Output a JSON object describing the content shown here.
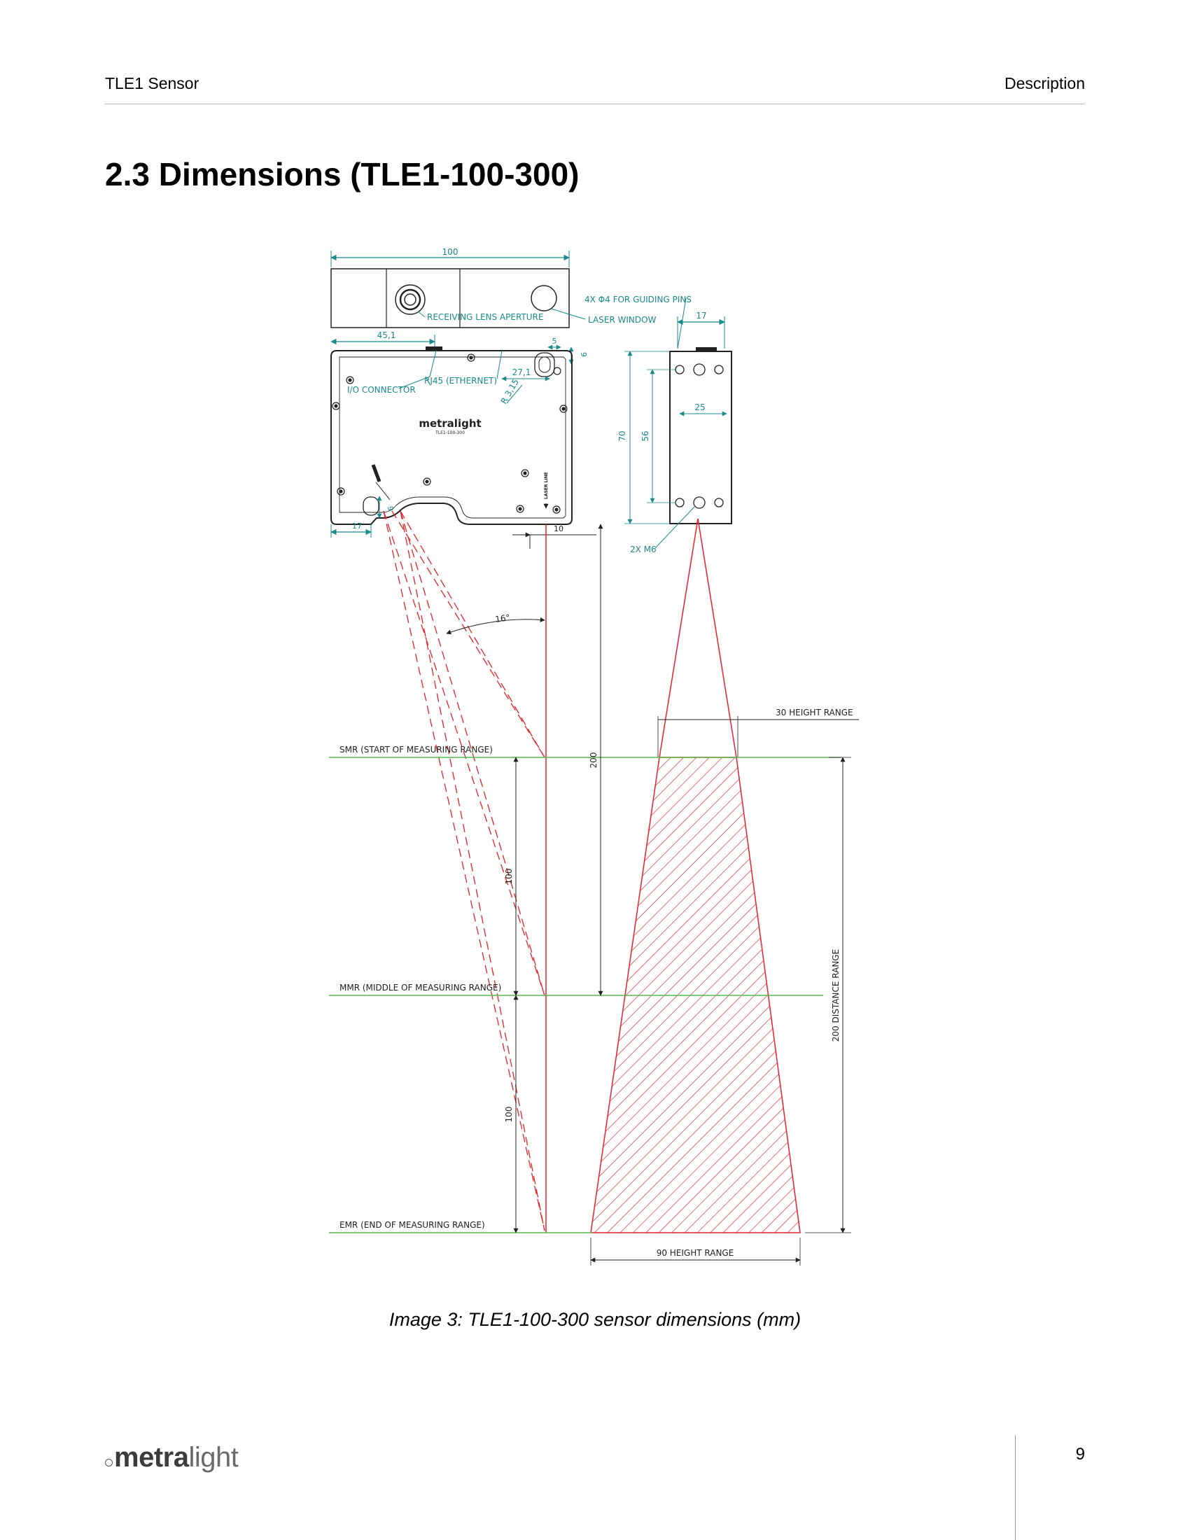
{
  "header": {
    "left": "TLE1 Sensor",
    "right": "Description"
  },
  "title": "2.3 Dimensions (TLE1-100-300)",
  "figure": {
    "labels": {
      "dim_100_top": "100",
      "receiving_lens": "RECEIVING LENS APERTURE",
      "guiding_pins": "4X Φ4 FOR GUIDING PINS",
      "laser_window": "LASER WINDOW",
      "dim_17_side": "17",
      "dim_45_1": "45,1",
      "dim_5": "5",
      "dim_6_top": "6",
      "rj45": "RJ45 (ETHERNET)",
      "dim_27_1": "27,1",
      "radius": "R 3,15",
      "io_connector": "I/O CONNECTOR",
      "logo_text": "metralight",
      "model_text": "TLE1-100-300",
      "laser_line": "LASER LINE",
      "dim_25": "25",
      "dim_70": "70",
      "dim_56": "56",
      "dim_6_bottom": "6",
      "dim_17_bottom": "17",
      "dim_10": "10",
      "m6": "2X M6",
      "angle_16": "16°",
      "height_30": "30  HEIGHT RANGE",
      "smr": "SMR (START OF MEASURING RANGE)",
      "dim_200_v": "200",
      "dim_100_a": "100",
      "mmr": "MMR (MIDDLE OF MEASURING RANGE)",
      "distance_range": "200  DISTANCE RANGE",
      "dim_100_b": "100",
      "emr": "EMR (END OF MEASURING RANGE)",
      "height_90": "90  HEIGHT RANGE"
    },
    "colors": {
      "dimension": "#1a8a8a",
      "laser": "#e8202a",
      "range_line": "#58b84a",
      "outline": "#222222"
    }
  },
  "caption": "Image 3: TLE1-100-300 sensor dimensions (mm)",
  "footer": {
    "logo_bold": "metra",
    "logo_light": "light",
    "page_number": "9"
  }
}
